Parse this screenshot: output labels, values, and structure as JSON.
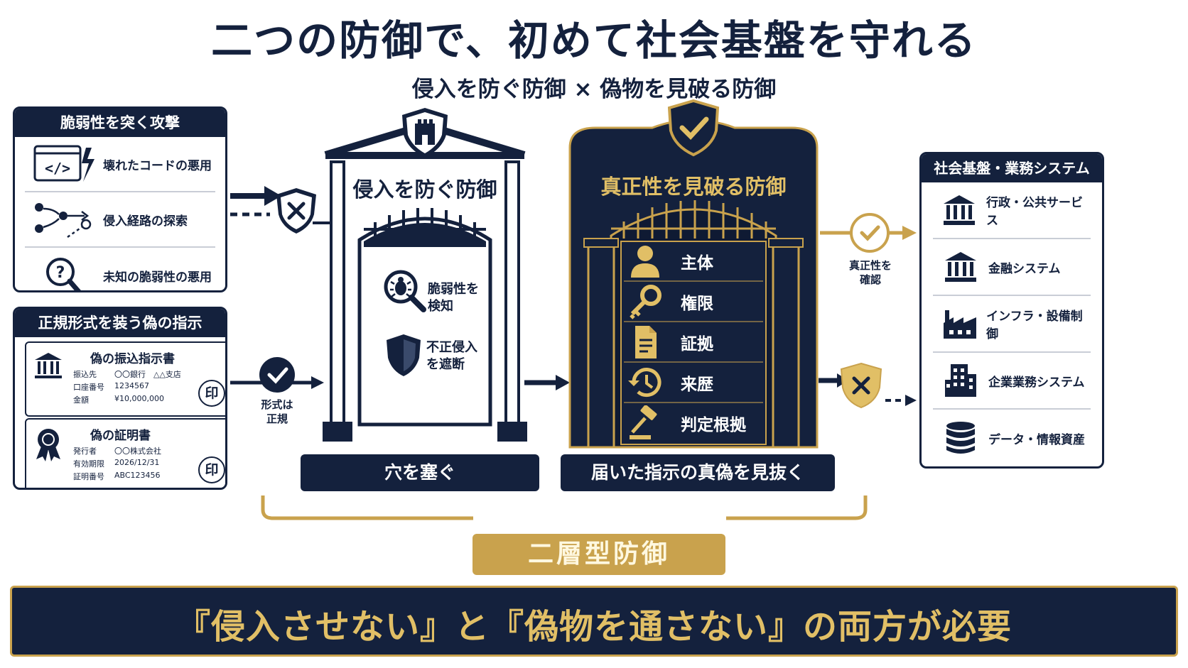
{
  "header": {
    "title": "二つの防御で、初めて社会基盤を守れる",
    "subtitle": "侵入を防ぐ防御 × 偽物を見破る防御"
  },
  "attacks_panel": {
    "title": "脆弱性を突く攻撃",
    "items": [
      {
        "label": "壊れたコードの悪用",
        "icon": "code-bolt-icon"
      },
      {
        "label": "侵入経路の探索",
        "icon": "path-search-icon"
      },
      {
        "label": "未知の脆弱性の悪用",
        "icon": "question-magnifier-icon"
      }
    ]
  },
  "fake_panel": {
    "title": "正規形式を装う偽の指示",
    "transfer_doc": {
      "title": "偽の振込指示書",
      "rows": [
        {
          "key": "振込先",
          "value": "〇〇銀行　△△支店"
        },
        {
          "key": "口座番号",
          "value": "1234567"
        },
        {
          "key": "金額",
          "value": "¥10,000,000"
        }
      ],
      "stamp": "印"
    },
    "certificate_doc": {
      "title": "偽の証明書",
      "rows": [
        {
          "key": "発行者",
          "value": "〇〇株式会社"
        },
        {
          "key": "有効期限",
          "value": "2026/12/31"
        },
        {
          "key": "証明番号",
          "value": "ABC123456"
        }
      ],
      "stamp": "印"
    }
  },
  "intrusion_gate": {
    "title": "侵入を防ぐ防御",
    "features": [
      "脆弱性を\n検知",
      "不正侵入\nを遮断"
    ],
    "caption": "穴を塞ぐ"
  },
  "authenticity_gate": {
    "title": "真正性を見破る防御",
    "items": [
      "主体",
      "権限",
      "証拠",
      "来歴",
      "判定根拠"
    ],
    "caption": "届いた指示の真偽を見抜く"
  },
  "flow_labels": {
    "format_ok": "形式は\n正規",
    "verified": "真正性を\n確認"
  },
  "systems_panel": {
    "title": "社会基盤・業務システム",
    "items": [
      {
        "label": "行政・公共サービス",
        "icon": "government-building-icon"
      },
      {
        "label": "金融システム",
        "icon": "bank-icon"
      },
      {
        "label": "インフラ・設備制御",
        "icon": "factory-icon"
      },
      {
        "label": "企業業務システム",
        "icon": "office-building-icon"
      },
      {
        "label": "データ・情報資産",
        "icon": "database-icon"
      }
    ]
  },
  "two_layer": "二層型防御",
  "bottom_message": "『侵入させない』と『偽物を通さない』の両方が必要",
  "colors": {
    "navy": "#14213d",
    "gold": "#c9a24d",
    "white": "#ffffff"
  }
}
